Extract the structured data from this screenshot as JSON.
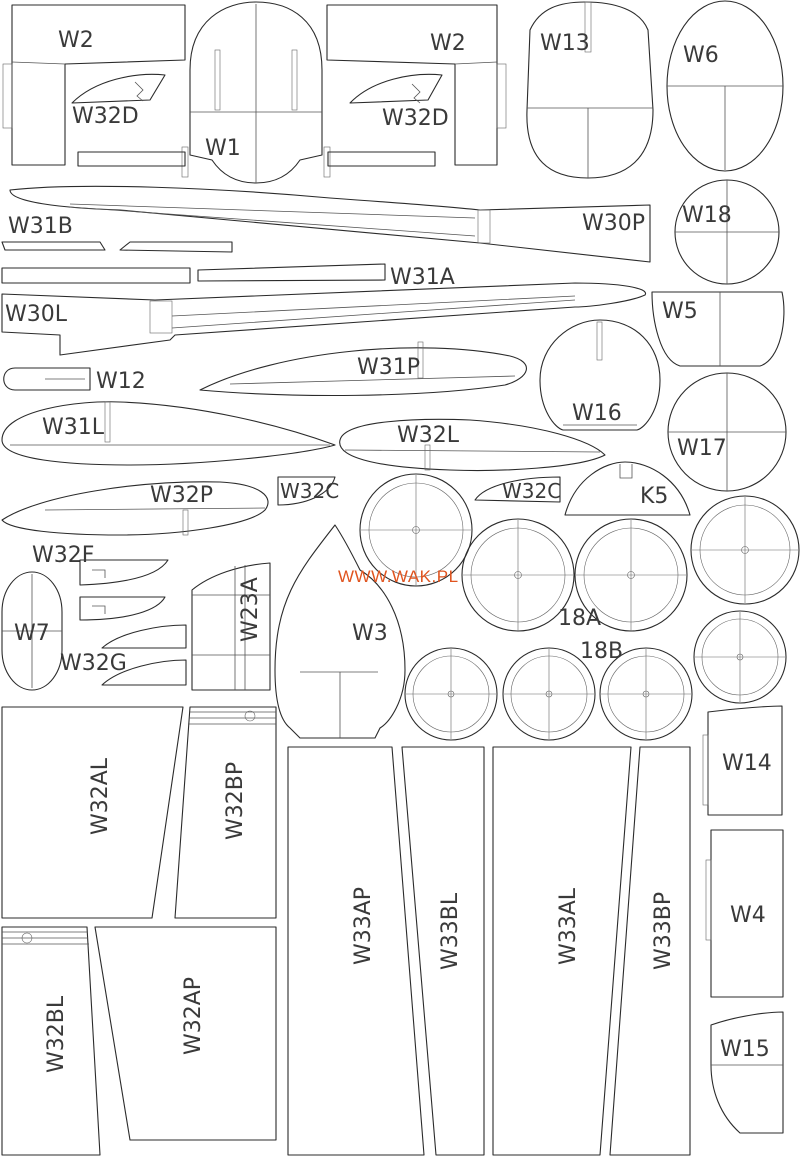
{
  "watermark": "WWW.WAK.PL",
  "colors": {
    "outline": "#2b2b2b",
    "watermark": "#e0541f",
    "background": "#ffffff"
  },
  "parts": {
    "w2_left": "W2",
    "w2_right": "W2",
    "w1": "W1",
    "w32d_left": "W32D",
    "w32d_right": "W32D",
    "w13": "W13",
    "w6": "W6",
    "w31b": "W31B",
    "w30p": "W30P",
    "w18": "W18",
    "w31a": "W31A",
    "w30l": "W30L",
    "w5": "W5",
    "w31p": "W31P",
    "w12": "W12",
    "w16": "W16",
    "w31l": "W31L",
    "w32l": "W32L",
    "w17": "W17",
    "w32c_left": "W32C",
    "w32c_right": "W32C",
    "k5": "K5",
    "w32p": "W32P",
    "w32f": "W32F",
    "w7": "W7",
    "w23a": "W23A",
    "w3": "W3",
    "w32g": "W32G",
    "r18a": "18A",
    "r18b": "18B",
    "w32al": "W32AL",
    "w32bp": "W32BP",
    "w33ap": "W33AP",
    "w33bl": "W33BL",
    "w33al": "W33AL",
    "w33bp": "W33BP",
    "w14": "W14",
    "w4": "W4",
    "w32bl": "W32BL",
    "w32ap": "W32AP",
    "w15": "W15"
  }
}
